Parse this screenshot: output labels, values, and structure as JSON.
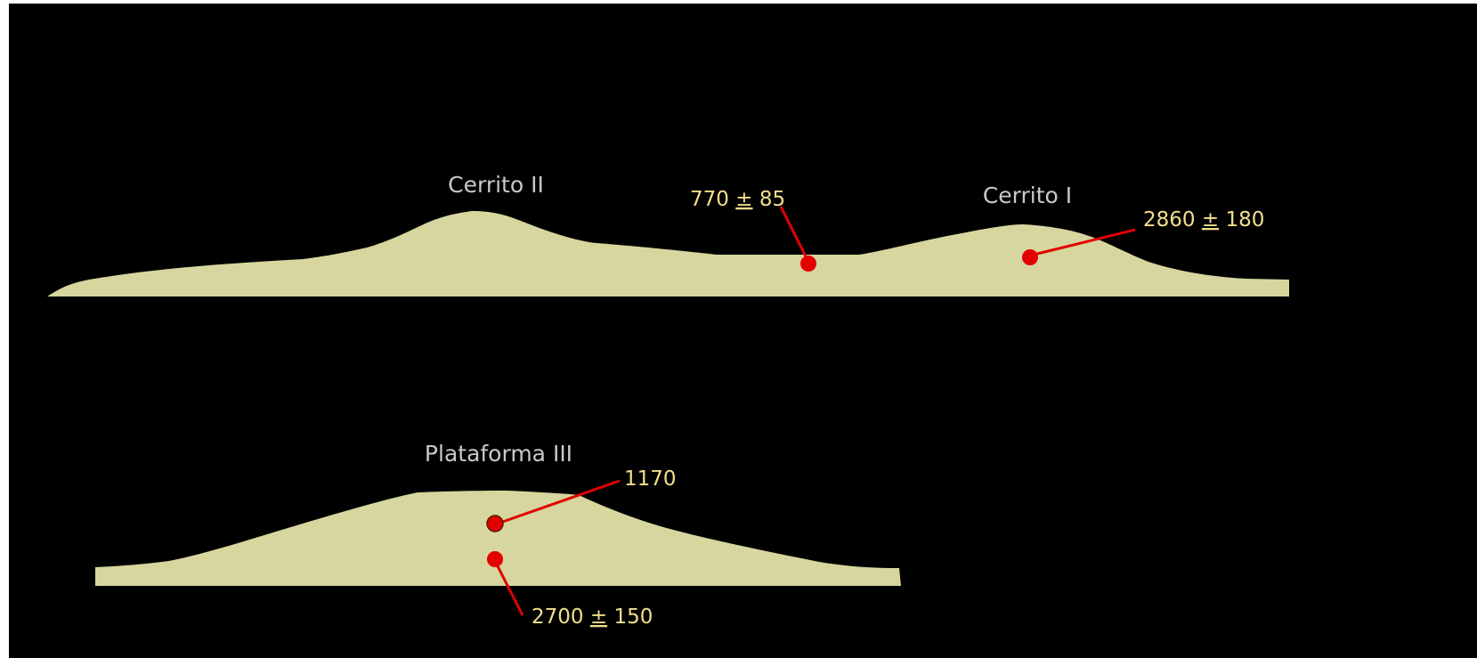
{
  "colors": {
    "background": "#000000",
    "mound_fill": "#d6d69e",
    "sample_dot": "#e30000",
    "leader_line": "#e30000",
    "site_label": "#c8c8c8",
    "date_label": "#f2df8c"
  },
  "profiles": {
    "top": {
      "sites": {
        "cerrito_ii": "Cerrito II",
        "cerrito_i": "Cerrito I"
      },
      "dates": {
        "d770": {
          "value": "770",
          "pm": "±",
          "err": "85"
        },
        "d2860": {
          "value": "2860",
          "pm": "±",
          "err": "180"
        }
      }
    },
    "bottom": {
      "sites": {
        "plataforma_iii": "Plataforma III"
      },
      "dates": {
        "d1170": {
          "value": "1170"
        },
        "d2700": {
          "value": "2700",
          "pm": "±",
          "err": "150"
        }
      }
    }
  }
}
